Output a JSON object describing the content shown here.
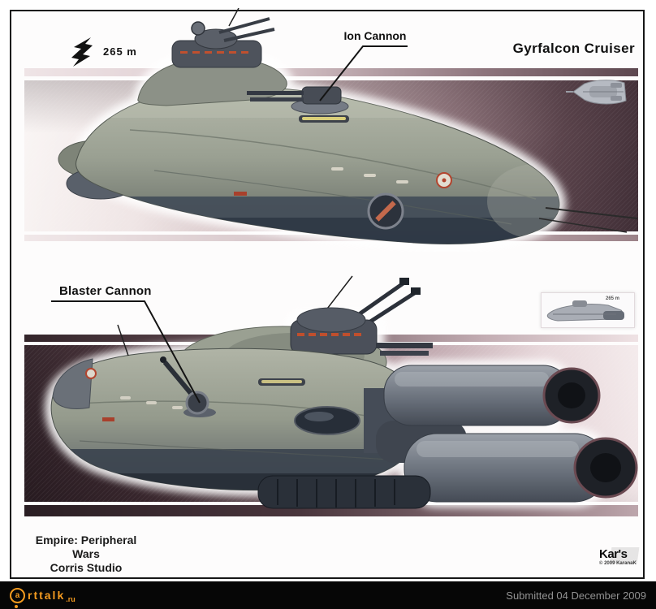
{
  "artwork": {
    "title": "Gyrfalcon Cruiser",
    "scale": {
      "value": "265 m",
      "icon": "lightning-bolt"
    },
    "callouts": {
      "ion": "Ion Cannon",
      "blaster": "Blaster Cannon"
    },
    "credits": {
      "line1": "Empire: Peripheral Wars",
      "line2": "Corris Studio"
    },
    "signature": {
      "name": "Kar's",
      "copyright": "© 2009 KaranaK"
    },
    "thumbnails": {
      "top_view": "top-view-schematic",
      "side_view": "side-view-schematic",
      "side_view_scale": "265 m"
    }
  },
  "footer": {
    "logo": {
      "a": "a",
      "rest": "rttalk",
      "tld": ".ru"
    },
    "submitted": "Submitted 04 December 2009"
  },
  "colors": {
    "band_dark": "#402e36",
    "band_light": "#f4ebec",
    "accent_orange": "#f59b20",
    "hull_gray": "#979b8e",
    "marking_red": "#bf4f2d",
    "footer_bg": "#060606"
  }
}
